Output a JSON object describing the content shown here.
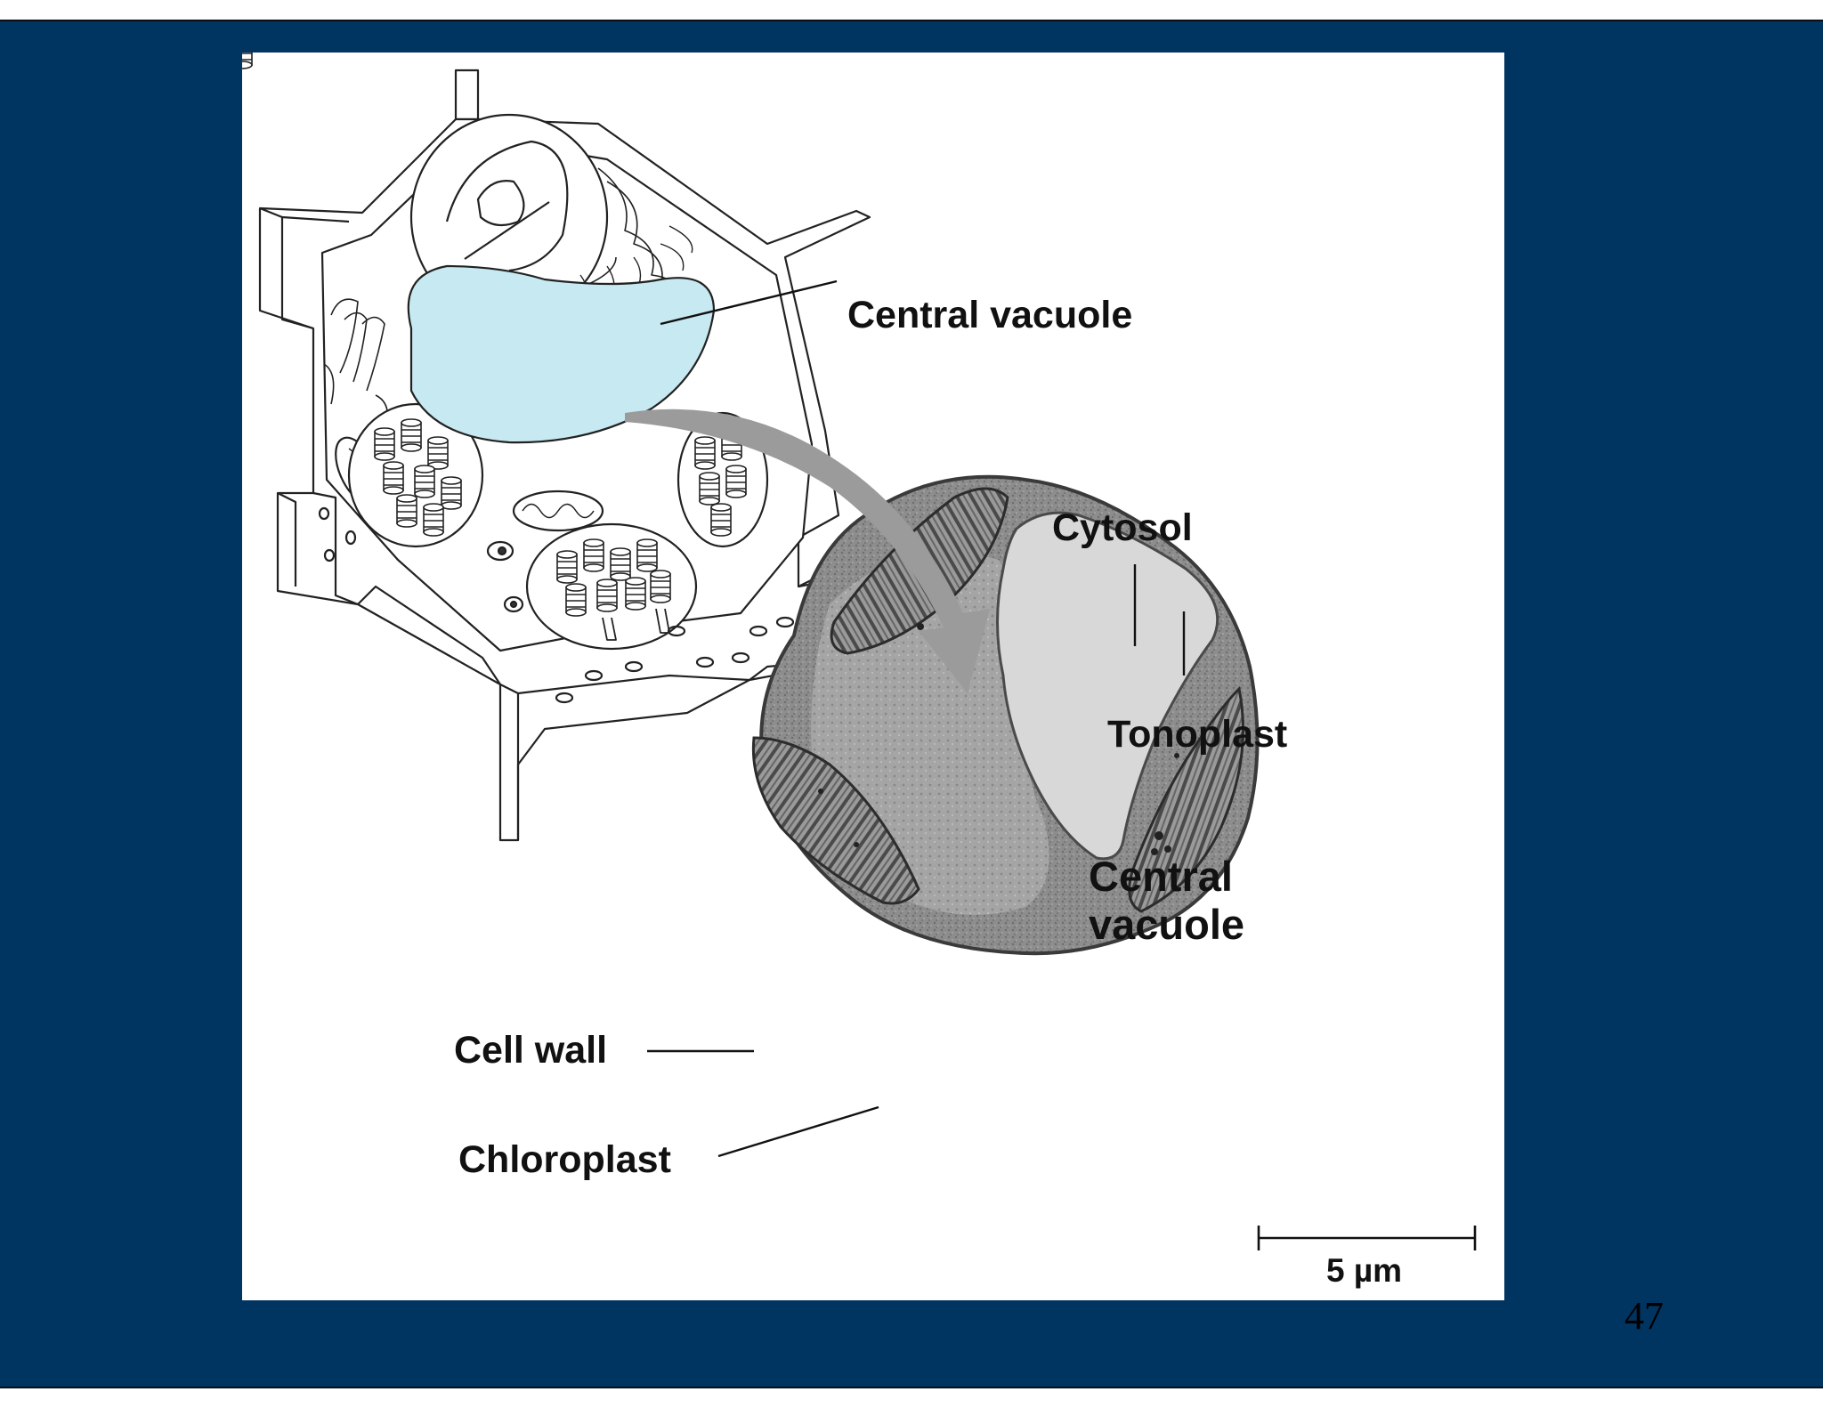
{
  "slide": {
    "background_color": "#003461",
    "page_number": "47"
  },
  "figure": {
    "labels": {
      "central_vacuole_top": "Central vacuole",
      "cytosol": "Cytosol",
      "tonoplast": "Tonoplast",
      "central_vacuole_micrograph_line1": "Central",
      "central_vacuole_micrograph_line2": "vacuole",
      "cell_wall": "Cell wall",
      "chloroplast": "Chloroplast",
      "scale_bar": "5 µm"
    },
    "colors": {
      "vacuole_fill": "#c7e9f1",
      "arrow": "#9b9b9b",
      "micrograph_cytoplasm": "#8a8a8a",
      "micrograph_vacuole": "#d8d8d8"
    }
  }
}
